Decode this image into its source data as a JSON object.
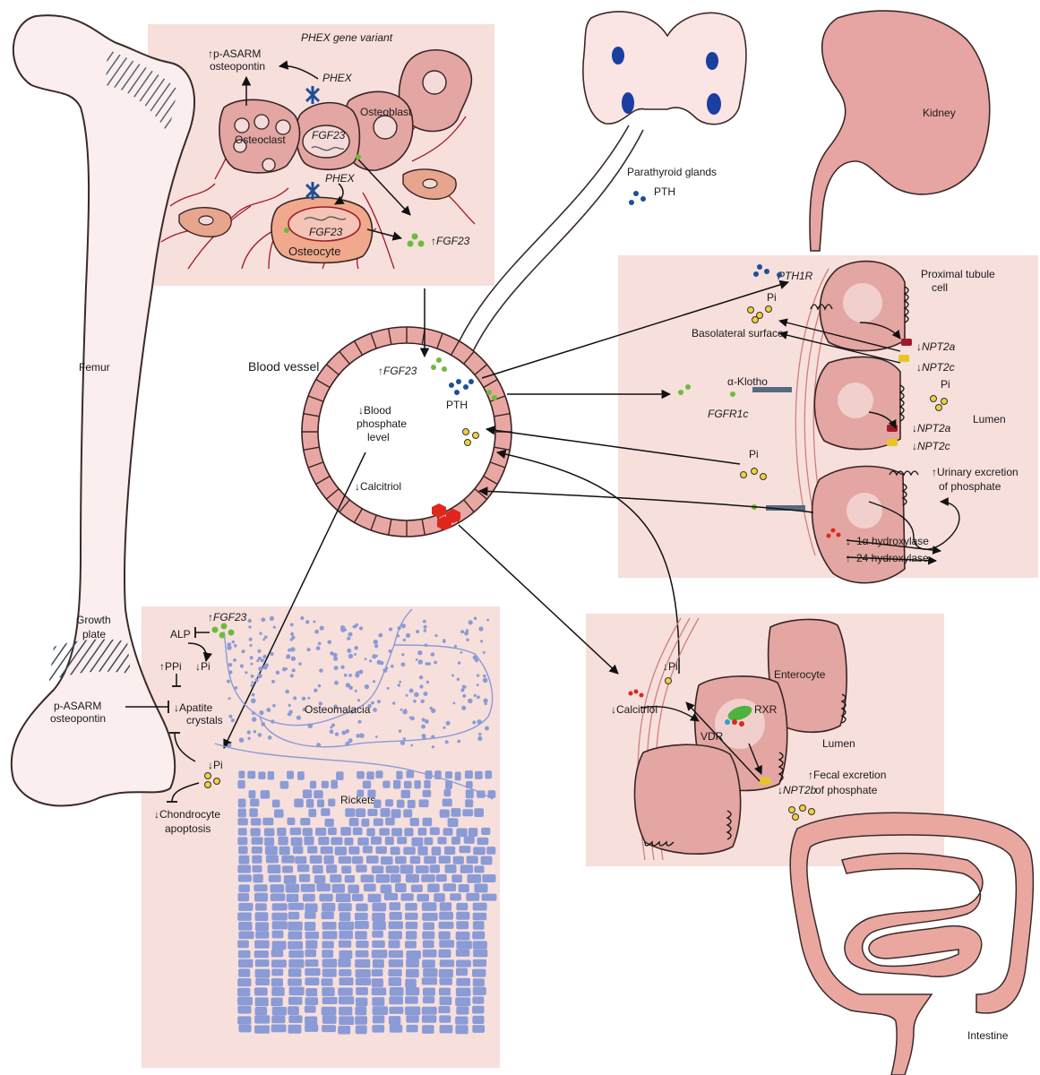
{
  "bone_panel": {
    "title": "PHEX gene variant",
    "p_asarm_top": "↑p-ASARM",
    "osteopontin_top": "osteopontin",
    "phex_1": "PHEX",
    "phex_2": "PHEX",
    "osteoblast": "Osteoblast",
    "osteoclast": "Osteoclast",
    "fgf23_osteoblast": "FGF23",
    "fgf23_osteocyte": "FGF23",
    "osteocyte": "Osteocyte",
    "fgf23_up": "↑FGF23"
  },
  "femur": {
    "femur": "Femur",
    "growth": "Growth",
    "plate": "plate",
    "p_asarm": "p-ASARM",
    "osteopontin": "osteopontin"
  },
  "vessel": {
    "title": "Blood vessel",
    "fgf23": "↑FGF23",
    "pth": "PTH",
    "blood": "↓Blood",
    "phosphate": "phosphate",
    "level": "level",
    "calcitriol": "↓Calcitriol"
  },
  "parathyroid": {
    "label": "Parathyroid glands",
    "pth": "PTH"
  },
  "kidney": {
    "label": "Kidney",
    "pth1r": "PTH1R",
    "proximal_1": "Proximal tubule",
    "proximal_2": "cell",
    "pi_1": "Pi",
    "basolateral": "Basolateral surface",
    "npt2a_1": "↓NPT2a",
    "npt2c_1": "↓NPT2c",
    "klotho": "α-Klotho",
    "fgfr1c": "FGFR1c",
    "pi_lumen": "Pi",
    "lumen": "Lumen",
    "npt2a_2": "↓NPT2a",
    "npt2c_2": "↓NPT2c",
    "pi_2": "Pi",
    "urinary_1": "↑Urinary excretion",
    "urinary_2": "of phosphate",
    "hydroxylase_1": "1α hydroxylase",
    "hydroxylase_24": "24 hydroxylase"
  },
  "growth_panel": {
    "fgf23": "↑FGF23",
    "alp": "ALP",
    "ppi": "↑PPi",
    "pi": "↓Pi",
    "apatite": "↓Apatite",
    "crystals": "crystals",
    "pi_low": "↓Pi",
    "chondrocyte": "↓Chondrocyte",
    "apoptosis": "apoptosis",
    "osteomalacia": "Osteomalacia",
    "rickets": "Rickets"
  },
  "intestine_panel": {
    "pi": "↓Pi",
    "calcitriol": "↓Calcitriol",
    "enterocyte": "Enterocyte",
    "rxr": "RXR",
    "vdr": "VDR",
    "lumen": "Lumen",
    "fecal_1": "↑Fecal excretion",
    "fecal_2": "of phosphate",
    "npt2b": "↓NPT2b",
    "intestine": "Intestine"
  },
  "colors": {
    "panel_bg": "#f7dfdc",
    "cell_fill": "#e3a6a2",
    "cell_stroke": "#3a2424",
    "bone_fill": "#fbeeee",
    "pth_blue": "#1f4e99",
    "fgf23_green": "#6dbb3c",
    "pi_yellow": "#f2cf3c",
    "calcitriol_red": "#e0261d",
    "matrix_blue": "#8a9bd6"
  }
}
